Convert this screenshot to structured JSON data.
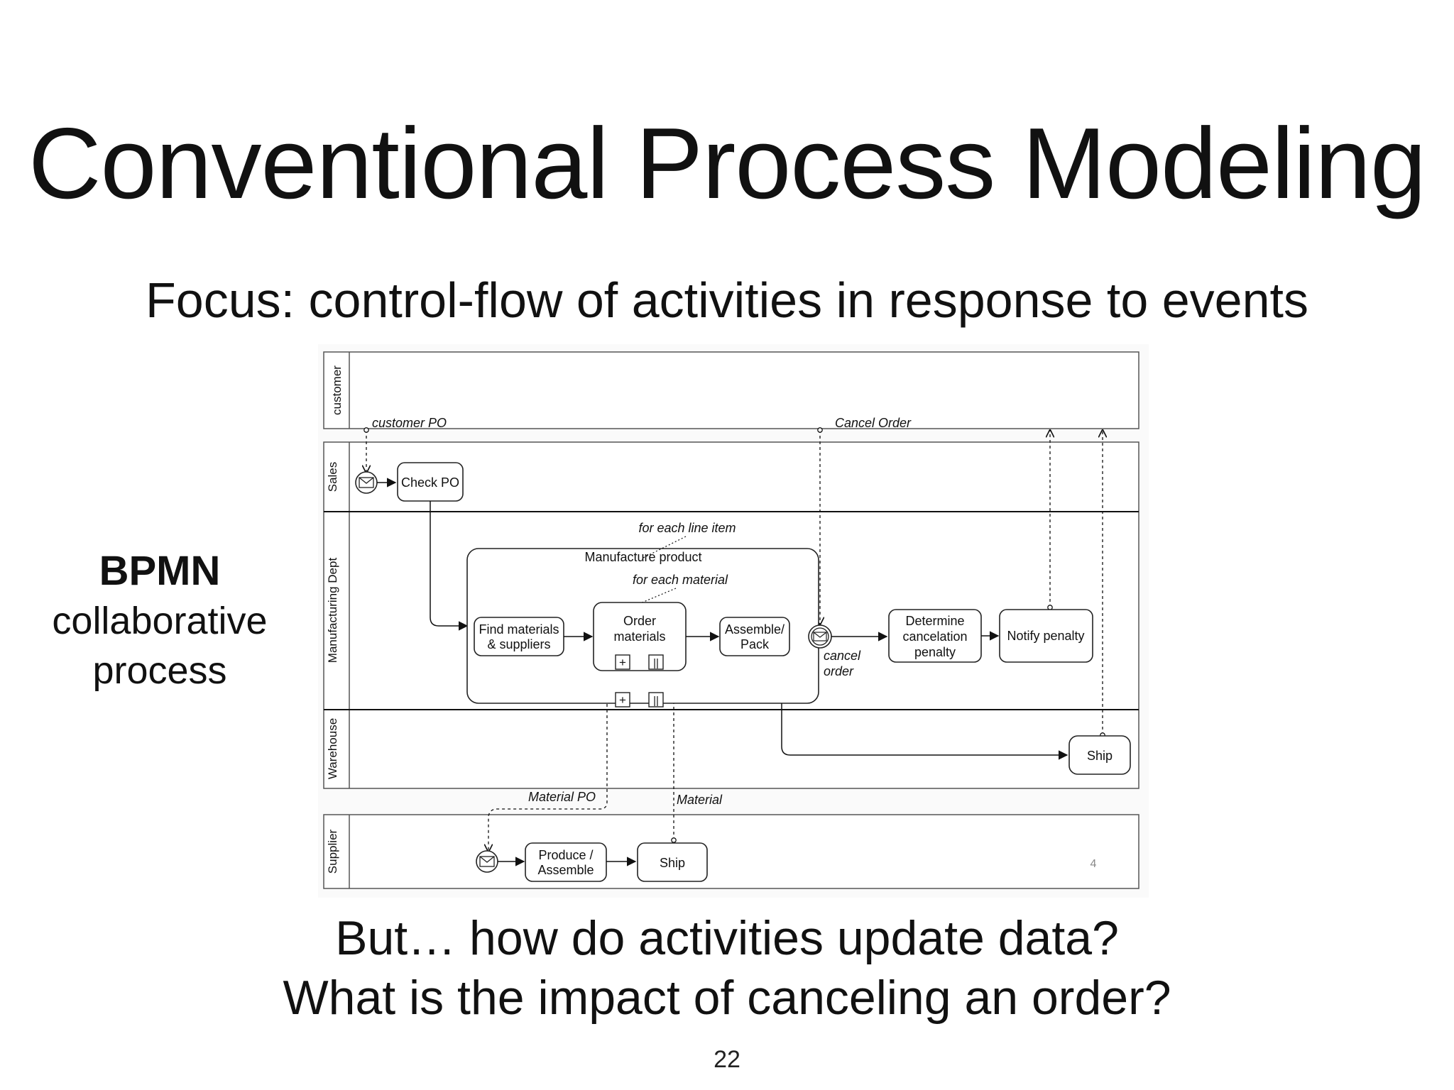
{
  "slide": {
    "title": "Conventional Process Modeling",
    "subtitle": "Focus: control-flow of activities in response to events",
    "side_label_bold": "BPMN",
    "side_label_line1": "collaborative",
    "side_label_line2": "process",
    "question1": "But… how do activities update data?",
    "question2": "What is the impact of canceling an order?",
    "page_number": "22"
  },
  "diagram": {
    "lanes": {
      "customer": "customer",
      "sales": "Sales",
      "manufacturing": "Manufacturing Dept",
      "warehouse": "Warehouse",
      "supplier": "Supplier"
    },
    "messages": {
      "customer_po": "customer PO",
      "cancel_order": "Cancel Order",
      "material_po": "Material PO",
      "material": "Material"
    },
    "subprocess": {
      "title": "Manufacture product",
      "loop_outer": "for each line item",
      "loop_inner": "for each material"
    },
    "tasks": {
      "check_po": "Check PO",
      "find_materials_1": "Find materials",
      "find_materials_2": "& suppliers",
      "order_materials_1": "Order",
      "order_materials_2": "materials",
      "assemble_pack_1": "Assemble/",
      "assemble_pack_2": "Pack",
      "determine_1": "Determine",
      "determine_2": "cancelation",
      "determine_3": "penalty",
      "notify_penalty": "Notify penalty",
      "ship_warehouse": "Ship",
      "produce_assemble_1": "Produce /",
      "produce_assemble_2": "Assemble",
      "ship_supplier": "Ship"
    },
    "events": {
      "cancel_order_1": "cancel",
      "cancel_order_2": "order"
    },
    "markers": {
      "plus": "+",
      "parallel": "||"
    },
    "inner_page_number": "4"
  }
}
